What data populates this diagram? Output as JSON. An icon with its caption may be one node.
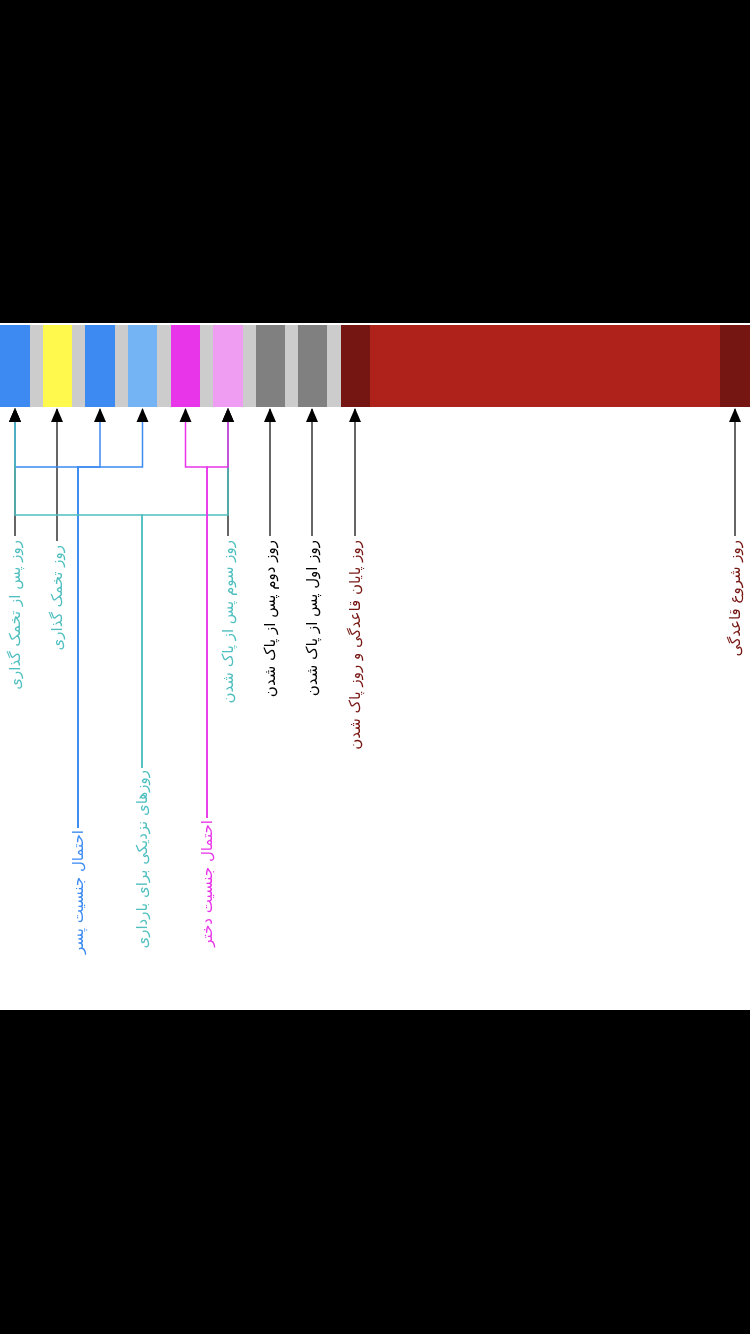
{
  "diagram": {
    "nodes": [
      {
        "text": [],
        "shape": "bar"
      },
      {
        "text": [],
        "shape": "bar"
      },
      {
        "text": [],
        "shape": "bar"
      },
      {
        "text": [],
        "shape": "bar"
      },
      {
        "text": [],
        "shape": "bar"
      },
      {
        "text": [],
        "shape": "bar"
      },
      {
        "text": [],
        "shape": "bar"
      },
      {
        "text": [],
        "shape": "bar"
      },
      {
        "text": [],
        "shape": "bar"
      },
      {
        "text": [],
        "shape": "bar"
      },
      {
        "text": [],
        "shape": "bar"
      },
      {
        "text": [
          "روز پس از تخمک گذاری"
        ]
      },
      {
        "text": [
          "روز تخمک گذاری"
        ]
      },
      {
        "text": [
          "روز سوم پس از پاک شدن"
        ]
      },
      {
        "text": [
          "روز دوم پس از پاک شدن"
        ]
      },
      {
        "text": [
          "روز اول پس از پاک شدن"
        ]
      },
      {
        "text": [
          "روز پایان قاعدگی و روز پاک شدن"
        ]
      },
      {
        "text": [
          "روز شروع قاعدگی"
        ]
      },
      {
        "text": [
          "احتمال جنسیت پسر"
        ]
      },
      {
        "text": [
          "روزهای نزدیکی برای بارداری"
        ]
      },
      {
        "text": [
          "احتمال جنسیت دختر"
        ]
      }
    ],
    "edges": [
      {
        "from": 11,
        "to": 0,
        "arrow": "to"
      },
      {
        "from": 12,
        "to": 1,
        "arrow": "to"
      },
      {
        "from": 13,
        "to": 5,
        "arrow": "to"
      },
      {
        "from": 14,
        "to": 6,
        "arrow": "to"
      },
      {
        "from": 15,
        "to": 7,
        "arrow": "to"
      },
      {
        "from": 16,
        "to": 8,
        "arrow": "to"
      },
      {
        "from": 17,
        "to": 10,
        "arrow": "to"
      },
      {
        "from": 18,
        "to": 0,
        "arrow": "to",
        "color": "#3d8bf2"
      },
      {
        "from": 18,
        "to": 2,
        "arrow": "to",
        "color": "#3d8bf2"
      },
      {
        "from": 18,
        "to": 3,
        "arrow": "to",
        "color": "#3d8bf2"
      },
      {
        "from": 19,
        "to": 0,
        "arrow": "to",
        "color": "#4fbfbf"
      },
      {
        "from": 19,
        "to": 5,
        "arrow": "to",
        "color": "#4fbfbf"
      },
      {
        "from": 20,
        "to": 4,
        "arrow": "to",
        "color": "#e935e9"
      },
      {
        "from": 20,
        "to": 5,
        "arrow": "to",
        "color": "#e935e9"
      }
    ]
  }
}
